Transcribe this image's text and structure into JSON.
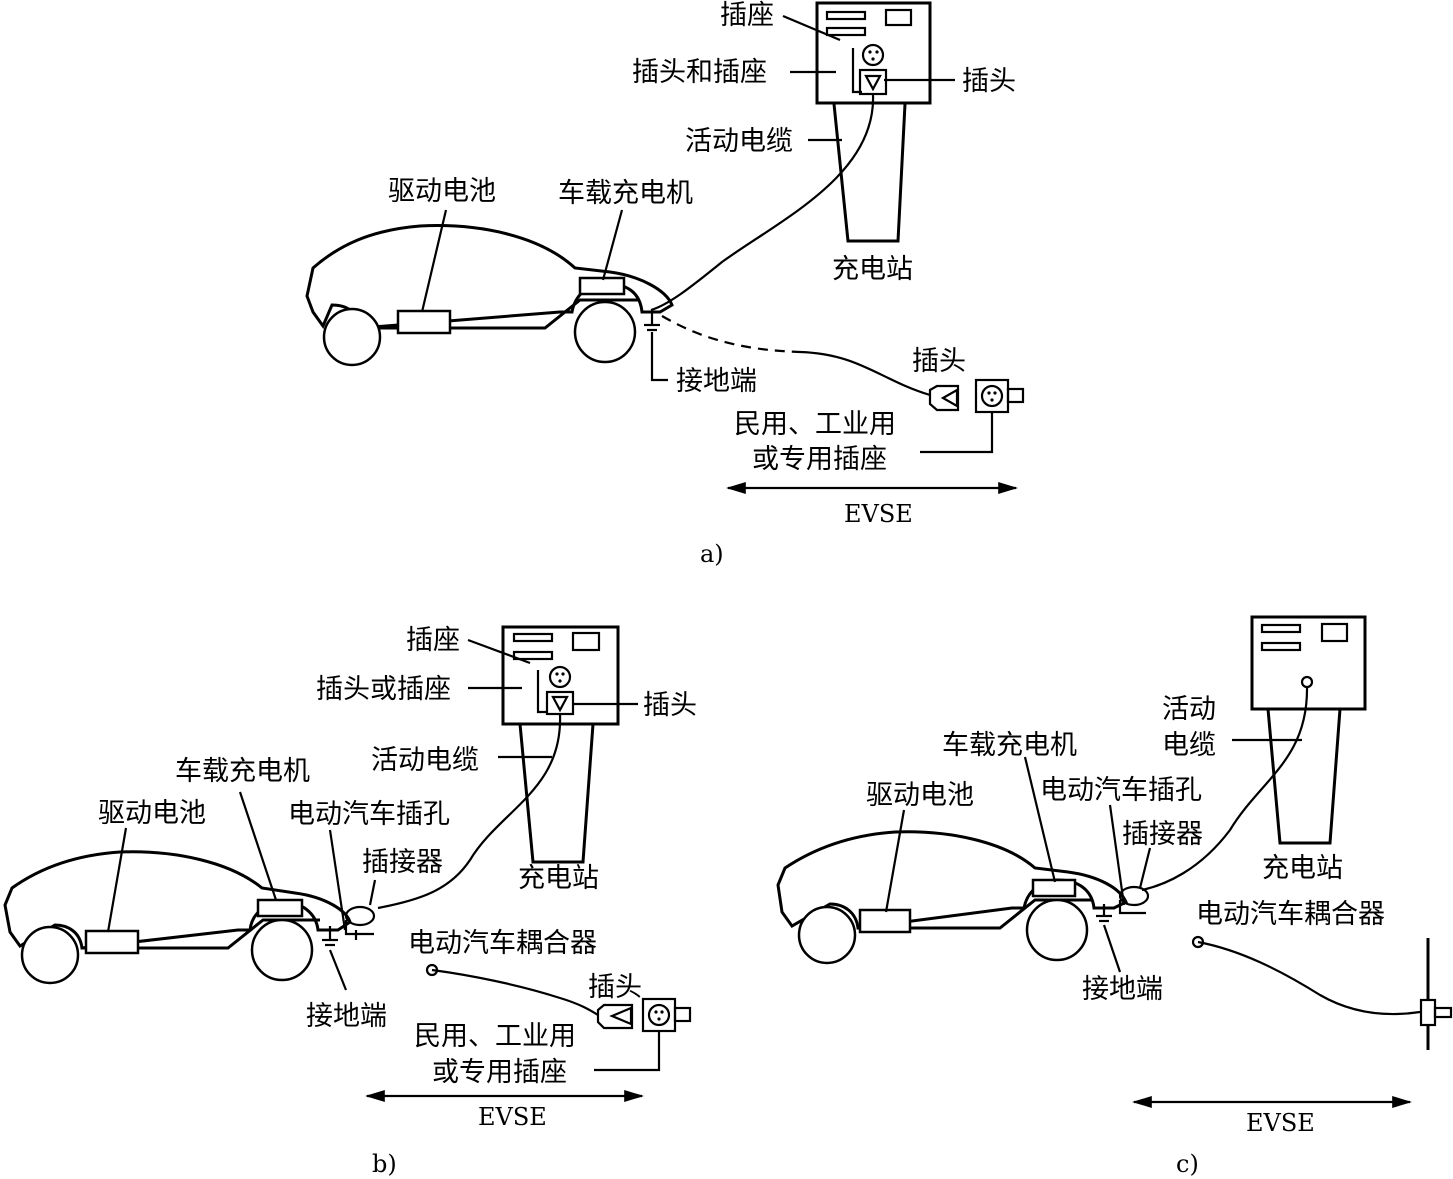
{
  "panel_a": {
    "socket": "插座",
    "plug_and_socket": "插头和插座",
    "plug": "插头",
    "cable": "活动电缆",
    "battery": "驱动电池",
    "charger": "车载充电机",
    "station": "充电站",
    "ground": "接地端",
    "plug2": "插头",
    "outlet_line1": "民用、工业用",
    "outlet_line2": "或专用插座",
    "evse": "EVSE",
    "caption": "a)"
  },
  "panel_b": {
    "socket": "插座",
    "plug_or_socket": "插头或插座",
    "plug": "插头",
    "cable": "活动电缆",
    "charger": "车载充电机",
    "battery": "驱动电池",
    "inlet": "电动汽车插孔",
    "connector": "插接器",
    "station": "充电站",
    "coupler": "电动汽车耦合器",
    "plug2": "插头",
    "ground": "接地端",
    "outlet_line1": "民用、工业用",
    "outlet_line2": "或专用插座",
    "evse": "EVSE",
    "caption": "b)"
  },
  "panel_c": {
    "cable_line1": "活动",
    "cable_line2": "电缆",
    "charger": "车载充电机",
    "battery": "驱动电池",
    "inlet": "电动汽车插孔",
    "connector": "插接器",
    "station": "充电站",
    "coupler": "电动汽车耦合器",
    "ground": "接地端",
    "evse": "EVSE",
    "caption": "c)"
  }
}
